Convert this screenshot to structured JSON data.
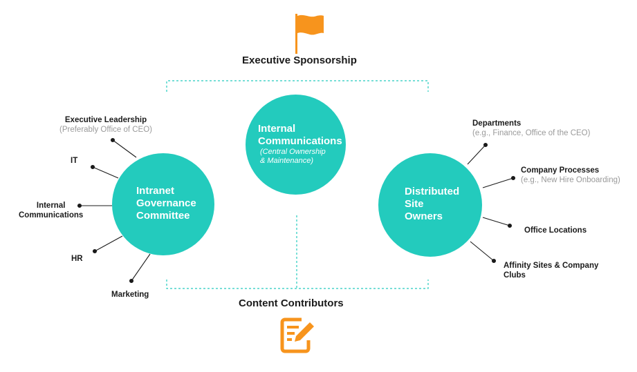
{
  "top": {
    "title": "Executive Sponsorship",
    "icon": "flag-icon",
    "icon_color": "#f7941d"
  },
  "bottom": {
    "title": "Content Contributors",
    "icon": "edit-document-icon",
    "icon_color": "#f7941d"
  },
  "accent_color": "#23cbbd",
  "center": {
    "line1": "Internal",
    "line2": "Communications",
    "sub1": "(Central Ownership",
    "sub2": "& Maintenance)"
  },
  "left": {
    "line1": "Intranet",
    "line2": "Governance",
    "line3": "Committee",
    "items": {
      "exec_title": "Executive Leadership",
      "exec_sub": "(Preferably Office of CEO)",
      "it": "IT",
      "ic1": "Internal",
      "ic2": "Communications",
      "hr": "HR",
      "marketing": "Marketing"
    }
  },
  "right": {
    "line1": "Distributed",
    "line2": "Site",
    "line3": "Owners",
    "items": {
      "dept_title": "Departments",
      "dept_sub": "(e.g., Finance, Office of the CEO)",
      "proc_title": "Company Processes",
      "proc_sub": "(e.g., New Hire Onboarding)",
      "office": "Office Locations",
      "affinity1": "Affinity Sites & Company",
      "affinity2": "Clubs"
    }
  }
}
